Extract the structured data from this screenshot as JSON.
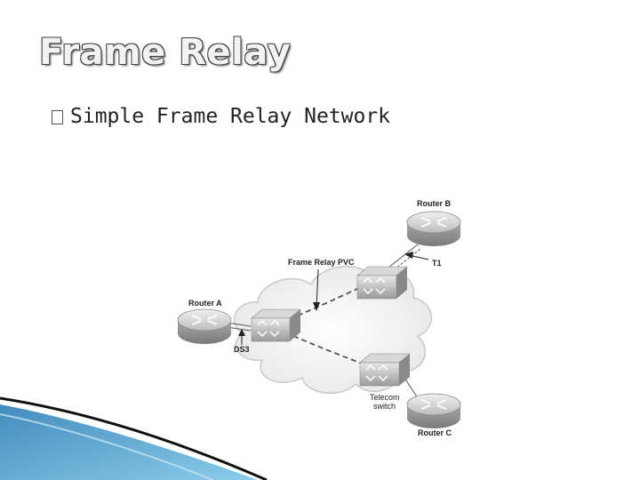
{
  "slide": {
    "title": "Frame Relay",
    "bullet_glyph": "□",
    "bullet": "Simple Frame Relay Network"
  },
  "diagram": {
    "router_b": "Router B",
    "router_a": "Router A",
    "router_c": "Router C",
    "pvc_label": "Frame Relay PVC",
    "t1_label": "T1",
    "ds3_label": "DS3",
    "switch_label_line1": "Telecom",
    "switch_label_line2": "switch"
  }
}
